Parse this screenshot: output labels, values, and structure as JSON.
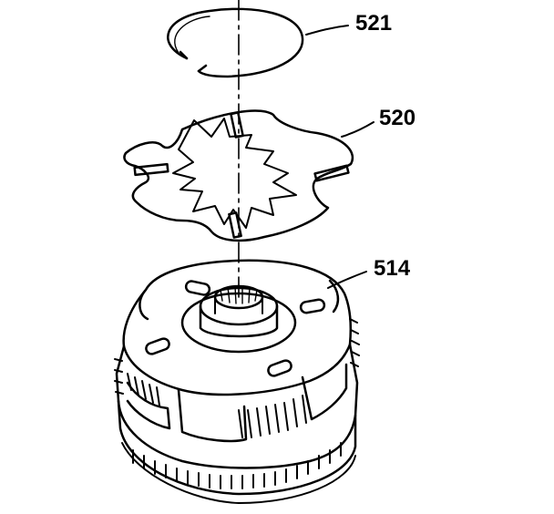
{
  "diagram": {
    "parts": [
      {
        "id": "snap-ring",
        "callout": "521"
      },
      {
        "id": "thrust-washer",
        "callout": "520"
      },
      {
        "id": "planetary-carrier",
        "callout": "514"
      }
    ]
  },
  "colors": {
    "ink": "#000000",
    "paper": "#ffffff"
  }
}
